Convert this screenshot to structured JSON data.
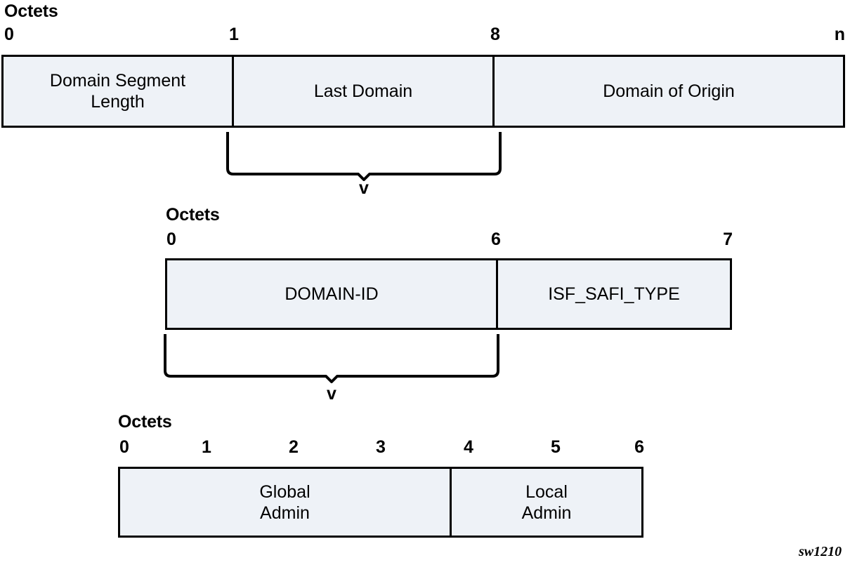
{
  "figure": {
    "id_label": "sw1210",
    "background": "#ffffff",
    "box_fill": "#eef2f7",
    "box_stroke": "#000000"
  },
  "diagrams": [
    {
      "name": "domain-segment",
      "octets_label": "Octets",
      "ticks": [
        "0",
        "1",
        "8",
        "n"
      ],
      "fields": [
        {
          "label": "Domain Segment\nLength",
          "line1": "Domain Segment",
          "line2": "Length"
        },
        {
          "label": "Last Domain",
          "line1": "Last Domain",
          "line2": ""
        },
        {
          "label": "Domain of Origin",
          "line1": "Domain of Origin",
          "line2": ""
        }
      ]
    },
    {
      "name": "last-domain-detail",
      "octets_label": "Octets",
      "ticks": [
        "0",
        "6",
        "7"
      ],
      "fields": [
        {
          "label": "DOMAIN-ID",
          "line1": "DOMAIN-ID",
          "line2": ""
        },
        {
          "label": "ISF_SAFI_TYPE",
          "line1": "ISF_SAFI_TYPE",
          "line2": ""
        }
      ]
    },
    {
      "name": "domain-id-detail",
      "octets_label": "Octets",
      "ticks": [
        "0",
        "1",
        "2",
        "3",
        "4",
        "5",
        "6"
      ],
      "fields": [
        {
          "label": "Global Admin",
          "line1": "Global",
          "line2": "Admin"
        },
        {
          "label": "Local Admin",
          "line1": "Local",
          "line2": "Admin"
        }
      ]
    }
  ],
  "connectors": [
    {
      "name": "connector-last-domain",
      "arrow_label": "v"
    },
    {
      "name": "connector-domain-id",
      "arrow_label": "v"
    }
  ]
}
